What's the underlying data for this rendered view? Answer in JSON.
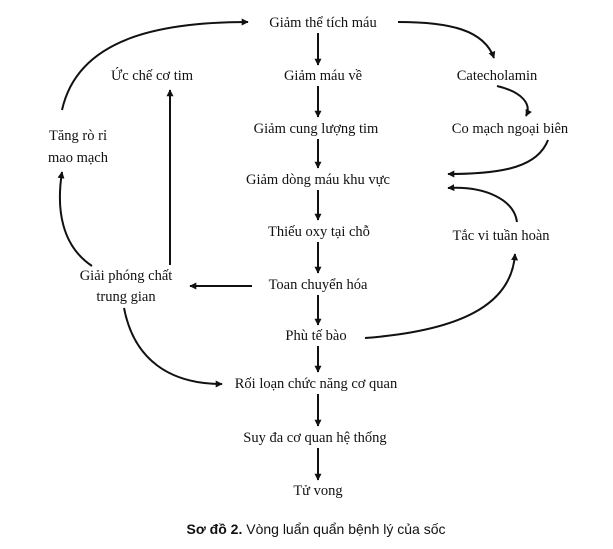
{
  "nodes": {
    "giam_the_tich_mau": "Giảm thể tích máu",
    "giam_mau_ve": "Giảm máu về",
    "giam_cung_luong_tim": "Giảm cung lượng tim",
    "giam_dong_mau_khu_vuc": "Giảm dòng máu khu vực",
    "thieu_oxy_tai_cho": "Thiếu oxy tại chỗ",
    "toan_chuyen_hoa": "Toan chuyển hóa",
    "phu_te_bao": "Phù tế bào",
    "roi_loan_chuc_nang": "Rối loạn chức năng cơ quan",
    "suy_da_co_quan": "Suy đa cơ quan hệ thống",
    "tu_vong": "Tử vong",
    "uc_che_co_tim": "Ức chế cơ tim",
    "tang_ro_ri_line1": "Tăng rò rỉ",
    "tang_ro_ri_line2": "mao mạch",
    "giai_phong_line1": "Giải phóng chất",
    "giai_phong_line2": "trung gian",
    "catecholamin": "Catecholamin",
    "co_mach_ngoai_bien": "Co mạch ngoại biên",
    "tac_vi_tuan_hoan": "Tắc vi tuần hoàn"
  },
  "caption": {
    "label": "Sơ đồ 2.",
    "text": " Vòng luẩn quẩn bệnh lý của sốc"
  }
}
